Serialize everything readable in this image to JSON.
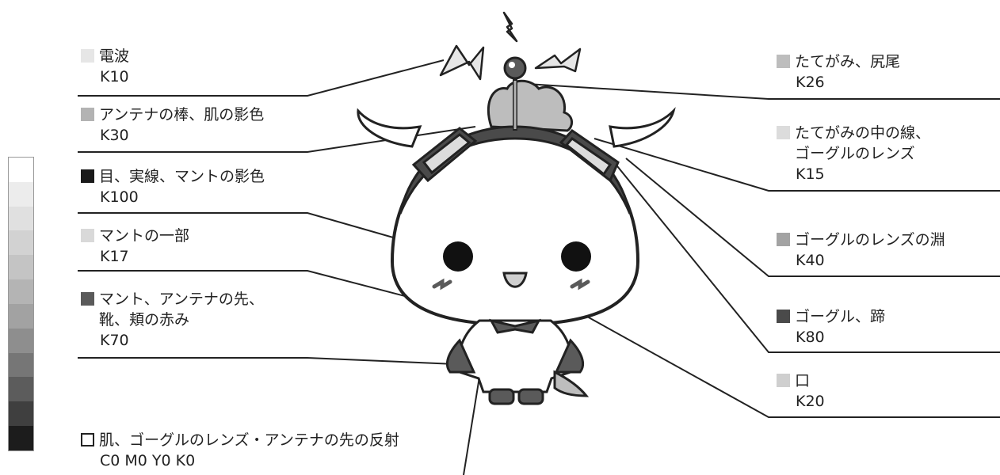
{
  "scale": {
    "steps": [
      "#ffffff",
      "#ececec",
      "#e0e0e0",
      "#d2d2d2",
      "#c4c4c4",
      "#b4b4b4",
      "#a2a2a2",
      "#8e8e8e",
      "#767676",
      "#5c5c5c",
      "#3f3f3f",
      "#1c1c1c"
    ]
  },
  "labels": {
    "denpa": {
      "name": [
        "電波"
      ],
      "code": "K10",
      "color": "#e6e6e6"
    },
    "antenna": {
      "name": [
        "アンテナの棒、肌の影色"
      ],
      "code": "K30",
      "color": "#b3b3b3"
    },
    "eye": {
      "name": [
        "目、実線、マントの影色"
      ],
      "code": "K100",
      "color": "#1a1a1a"
    },
    "mant": {
      "name": [
        "マントの一部"
      ],
      "code": "K17",
      "color": "#d9d9d9"
    },
    "tip": {
      "name": [
        "マント、アンテナの先、",
        "靴、頬の赤み"
      ],
      "code": "K70",
      "color": "#5a5a5a"
    },
    "hada": {
      "name": [
        "肌、ゴーグルのレンズ・アンテナの先の反射"
      ],
      "code": "C0  M0  Y0  K0",
      "color": "#ffffff"
    },
    "tategami": {
      "name": [
        "たてがみ、尻尾"
      ],
      "code": "K26",
      "color": "#bdbdbd"
    },
    "lens": {
      "name": [
        "たてがみの中の線、",
        "ゴーグルのレンズ"
      ],
      "code": "K15",
      "color": "#dcdcdc"
    },
    "fuchi": {
      "name": [
        "ゴーグルのレンズの淵"
      ],
      "code": "K40",
      "color": "#a3a3a3"
    },
    "goggle": {
      "name": [
        "ゴーグル、蹄"
      ],
      "code": "K80",
      "color": "#4a4a4a"
    },
    "mouth": {
      "name": [
        "口"
      ],
      "code": "K20",
      "color": "#cfcfcf"
    }
  }
}
